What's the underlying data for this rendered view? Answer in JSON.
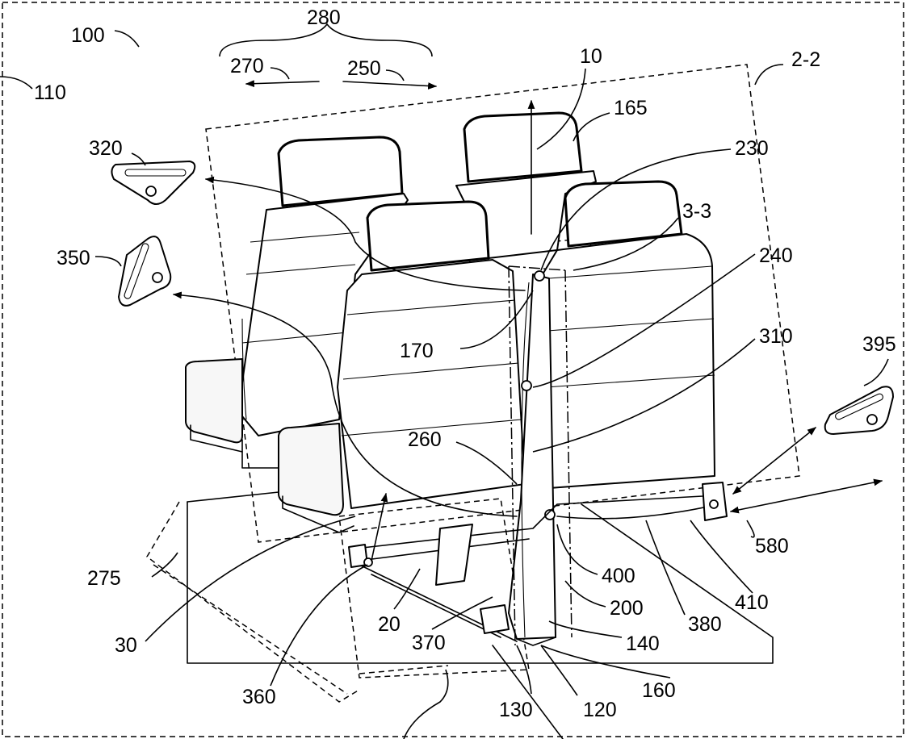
{
  "labels": {
    "l100": "100",
    "l280": "280",
    "l270": "270",
    "l250": "250",
    "l10": "10",
    "l2_2": "2-2",
    "l110": "110",
    "l165": "165",
    "l230": "230",
    "l320": "320",
    "l3_3": "3-3",
    "l350": "350",
    "l240": "240",
    "l310": "310",
    "l170": "170",
    "l395": "395",
    "l260": "260",
    "l580": "580",
    "l275": "275",
    "l400": "400",
    "l410": "410",
    "l200": "200",
    "l380": "380",
    "l30": "30",
    "l20": "20",
    "l370": "370",
    "l140": "140",
    "l160": "160",
    "l360": "360",
    "l130": "130",
    "l120": "120"
  },
  "icons": [
    "anchor-plate-icon",
    "seat-row-icon",
    "direction-arrow-icon"
  ]
}
